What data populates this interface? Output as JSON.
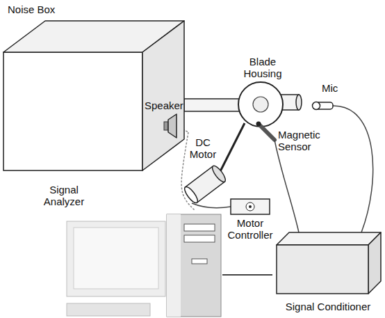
{
  "diagram": {
    "nodes": [
      {
        "text": [
          "Noise Box"
        ]
      },
      {
        "text": [
          "Motor Controller"
        ]
      },
      {
        "text": [
          "Signal Analyzer"
        ]
      },
      {
        "text": [
          "Signal Conditioner"
        ]
      }
    ],
    "edges": [
      {
        "from": 0,
        "to": 2,
        "arrow": "none"
      },
      {
        "from": 2,
        "to": 3,
        "arrow": "none"
      }
    ],
    "labels": [
      "Speaker",
      "Blade Housing",
      "DC Motor",
      "Magnetic Sensor",
      "Mic"
    ]
  }
}
